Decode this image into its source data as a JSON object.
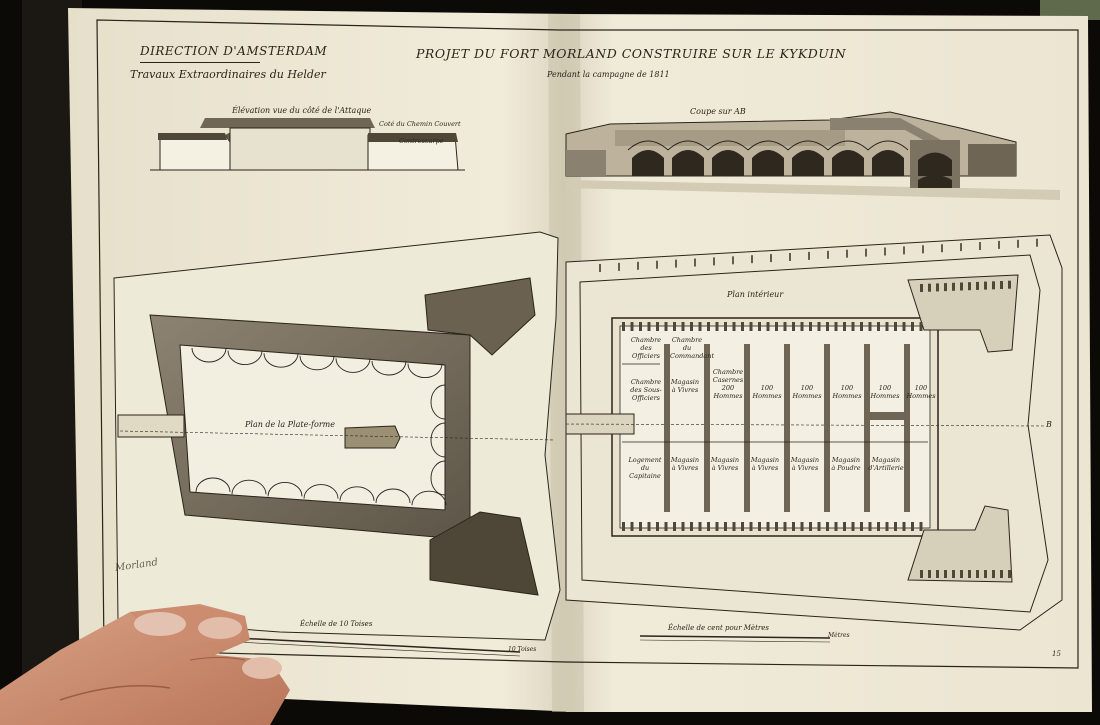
{
  "plate": {
    "direction": "DIRECTION D'AMSTERDAM",
    "subtitle_left": "Travaux Extraordinaires du Helder",
    "title": "PROJET DU FORT MORLAND CONSTRUIRE SUR LE KYKDUIN",
    "subtitle_right": "Pendant la campagne de 1811"
  },
  "drawings": {
    "elevation_caption": "Élévation vue du côté de l'Attaque",
    "elevation_note_1": "Coté du Chemin Couvert",
    "elevation_note_2": "Contrescarpe",
    "section_caption": "Coupe sur AB",
    "platform_plan": "Plan de la Plate-forme",
    "interior_plan": "Plan intérieur",
    "marker_b": "B",
    "scale_left": "Échelle de 10 Toises",
    "scale_left_end": "10 Toises",
    "scale_right": "Échelle de cent pour Mètres",
    "scale_right_end": "Mètres",
    "signature": "Morland",
    "page_number": "15"
  },
  "rooms": [
    {
      "label": "Chambre des Officiers"
    },
    {
      "label": "Chambre du Commandant"
    },
    {
      "label": "Chambre Casernes 200 Hommes"
    },
    {
      "label": "Magasin à Vivres"
    },
    {
      "label": "Chambre des Sous-Officiers"
    },
    {
      "label": "100 Hommes"
    },
    {
      "label": "100 Hommes"
    },
    {
      "label": "100 Hommes"
    },
    {
      "label": "100 Hommes"
    },
    {
      "label": "100 Hommes"
    },
    {
      "label": "Logement du Capitaine"
    },
    {
      "label": "Magasin à Vivres"
    },
    {
      "label": "Magasin à Vivres"
    },
    {
      "label": "Magasin à Vivres"
    },
    {
      "label": "Magasin à Vivres"
    },
    {
      "label": "Magasin à Poudre"
    },
    {
      "label": "Magasin d'Artillerie"
    }
  ],
  "colors": {
    "paper": "#efe9d6",
    "ink": "#2a241b",
    "wall_wash": "#7a705f",
    "background": "#0c0a07",
    "hand": "#c98e72"
  }
}
